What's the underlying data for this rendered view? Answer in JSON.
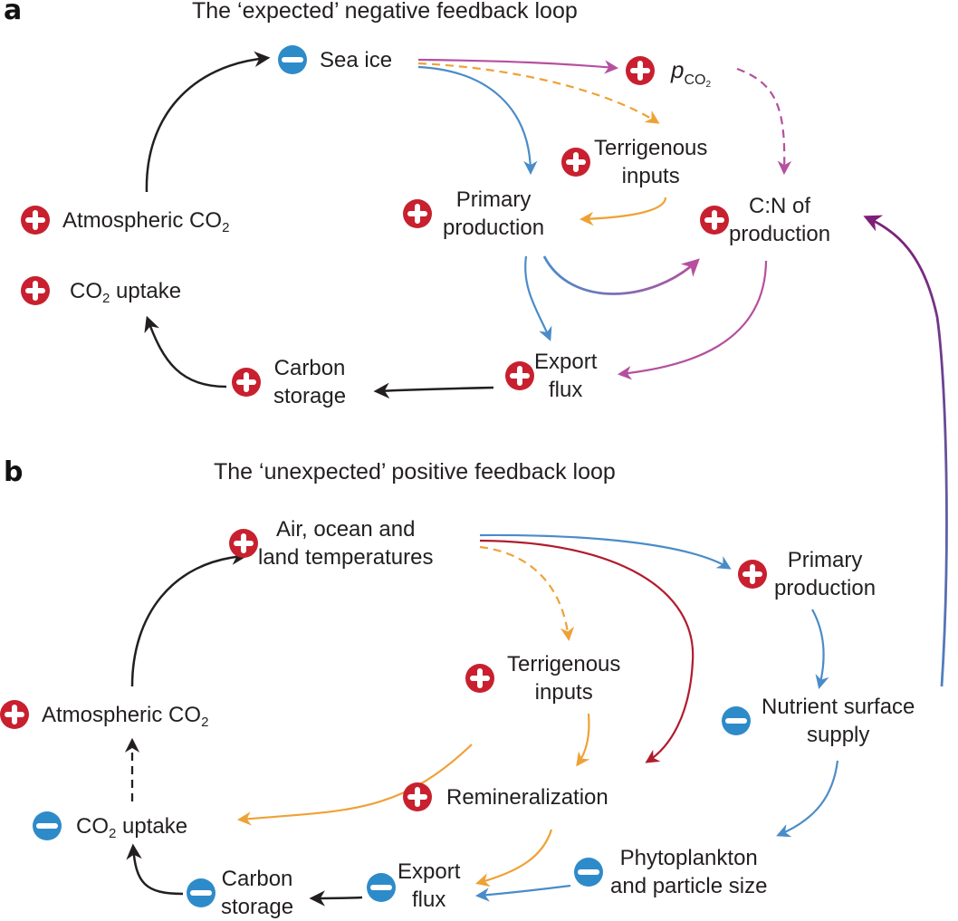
{
  "figure": {
    "panel_a": {
      "letter": "a",
      "title": "The ‘expected’ negative feedback loop",
      "nodes": {
        "sea_ice": {
          "sign": "minus",
          "label": "Sea ice"
        },
        "pco2": {
          "sign": "plus",
          "label_main": "p",
          "label_sub": "CO",
          "label_subsub": "2"
        },
        "terrigenous": {
          "sign": "plus",
          "line1": "Terrigenous",
          "line2": "inputs"
        },
        "primary_production": {
          "sign": "plus",
          "line1": "Primary",
          "line2": "production"
        },
        "cn_production": {
          "sign": "plus",
          "line1": "C:N of",
          "line2": "production"
        },
        "atmospheric_co2": {
          "sign": "plus",
          "label_main": "Atmospheric CO",
          "label_sub": "2"
        },
        "co2_uptake": {
          "sign": "plus",
          "label_pre": "CO",
          "label_sub": "2",
          "label_post": " uptake"
        },
        "carbon_storage": {
          "sign": "plus",
          "line1": "Carbon",
          "line2": "storage"
        },
        "export_flux": {
          "sign": "plus",
          "line1": "Export",
          "line2": "flux"
        }
      }
    },
    "panel_b": {
      "letter": "b",
      "title": "The ‘unexpected’ positive feedback loop",
      "nodes": {
        "temperatures": {
          "sign": "plus",
          "line1": "Air, ocean and",
          "line2": "land temperatures"
        },
        "primary_production": {
          "sign": "plus",
          "line1": "Primary",
          "line2": "production"
        },
        "terrigenous": {
          "sign": "plus",
          "line1": "Terrigenous",
          "line2": "inputs"
        },
        "nutrient_supply": {
          "sign": "minus",
          "line1": "Nutrient surface",
          "line2": "supply"
        },
        "atmospheric_co2": {
          "sign": "plus",
          "label_main": "Atmospheric CO",
          "label_sub": "2"
        },
        "remineralization": {
          "sign": "plus",
          "label": "Remineralization"
        },
        "co2_uptake": {
          "sign": "minus",
          "label_pre": "CO",
          "label_sub": "2",
          "label_post": " uptake"
        },
        "phytoplankton": {
          "sign": "minus",
          "line1": "Phytoplankton",
          "line2": "and particle size"
        },
        "carbon_storage": {
          "sign": "minus",
          "line1": "Carbon",
          "line2": "storage"
        },
        "export_flux": {
          "sign": "minus",
          "line1": "Export",
          "line2": "flux"
        }
      }
    },
    "colors": {
      "positive": "#c8202f",
      "negative": "#2e8bc9",
      "black_arrow": "#231f20",
      "blue_arrow": "#4a8cc8",
      "orange_arrow": "#eea236",
      "magenta_arrow": "#b5509e",
      "purple_arrow": "#7d1f76",
      "red_arrow": "#b01c2e"
    },
    "edges": [
      {
        "panel": "a",
        "from": "atmospheric_co2",
        "to": "sea_ice",
        "color": "black_arrow",
        "style": "solid"
      },
      {
        "panel": "a",
        "from": "sea_ice",
        "to": "pco2",
        "color": "magenta_arrow",
        "style": "solid"
      },
      {
        "panel": "a",
        "from": "sea_ice",
        "to": "terrigenous",
        "color": "orange_arrow",
        "style": "dashed"
      },
      {
        "panel": "a",
        "from": "sea_ice",
        "to": "primary_production",
        "color": "blue_arrow",
        "style": "solid"
      },
      {
        "panel": "a",
        "from": "pco2",
        "to": "cn_production",
        "color": "magenta_arrow",
        "style": "dashed"
      },
      {
        "panel": "a",
        "from": "terrigenous",
        "to": "primary_production",
        "color": "orange_arrow",
        "style": "solid"
      },
      {
        "panel": "a",
        "from": "primary_production",
        "to": "cn_production",
        "color": "blue-to-magenta",
        "style": "solid"
      },
      {
        "panel": "a",
        "from": "primary_production",
        "to": "export_flux",
        "color": "blue_arrow",
        "style": "solid"
      },
      {
        "panel": "a",
        "from": "cn_production",
        "to": "export_flux",
        "color": "magenta_arrow",
        "style": "solid"
      },
      {
        "panel": "a",
        "from": "export_flux",
        "to": "carbon_storage",
        "color": "black_arrow",
        "style": "solid"
      },
      {
        "panel": "a",
        "from": "carbon_storage",
        "to": "co2_uptake",
        "color": "black_arrow",
        "style": "solid"
      },
      {
        "panel": "b",
        "from": "atmospheric_co2",
        "to": "temperatures",
        "color": "black_arrow",
        "style": "solid"
      },
      {
        "panel": "b",
        "from": "temperatures",
        "to": "primary_production",
        "color": "blue_arrow",
        "style": "solid"
      },
      {
        "panel": "b",
        "from": "temperatures",
        "to": "remineralization",
        "color": "red_arrow",
        "style": "solid"
      },
      {
        "panel": "b",
        "from": "temperatures",
        "to": "terrigenous",
        "color": "orange_arrow",
        "style": "dashed"
      },
      {
        "panel": "b",
        "from": "primary_production",
        "to": "nutrient_supply",
        "color": "blue_arrow",
        "style": "solid"
      },
      {
        "panel": "b",
        "from": "nutrient_supply",
        "to": "phytoplankton",
        "color": "blue_arrow",
        "style": "solid"
      },
      {
        "panel": "b",
        "from": "terrigenous",
        "to": "remineralization",
        "color": "orange_arrow",
        "style": "solid"
      },
      {
        "panel": "b",
        "from": "terrigenous",
        "to": "co2_uptake",
        "color": "orange_arrow",
        "style": "solid"
      },
      {
        "panel": "b",
        "from": "remineralization",
        "to": "export_flux",
        "color": "orange_arrow",
        "style": "solid"
      },
      {
        "panel": "b",
        "from": "phytoplankton",
        "to": "export_flux",
        "color": "blue_arrow",
        "style": "solid"
      },
      {
        "panel": "b",
        "from": "export_flux",
        "to": "carbon_storage",
        "color": "black_arrow",
        "style": "solid"
      },
      {
        "panel": "b",
        "from": "carbon_storage",
        "to": "co2_uptake",
        "color": "black_arrow",
        "style": "solid"
      },
      {
        "panel": "b",
        "from": "co2_uptake",
        "to": "atmospheric_co2",
        "color": "black_arrow",
        "style": "dashed"
      },
      {
        "panel": "b-to-a",
        "from": "nutrient_supply",
        "to": "cn_production",
        "color": "blue-to-purple",
        "style": "solid"
      }
    ]
  }
}
